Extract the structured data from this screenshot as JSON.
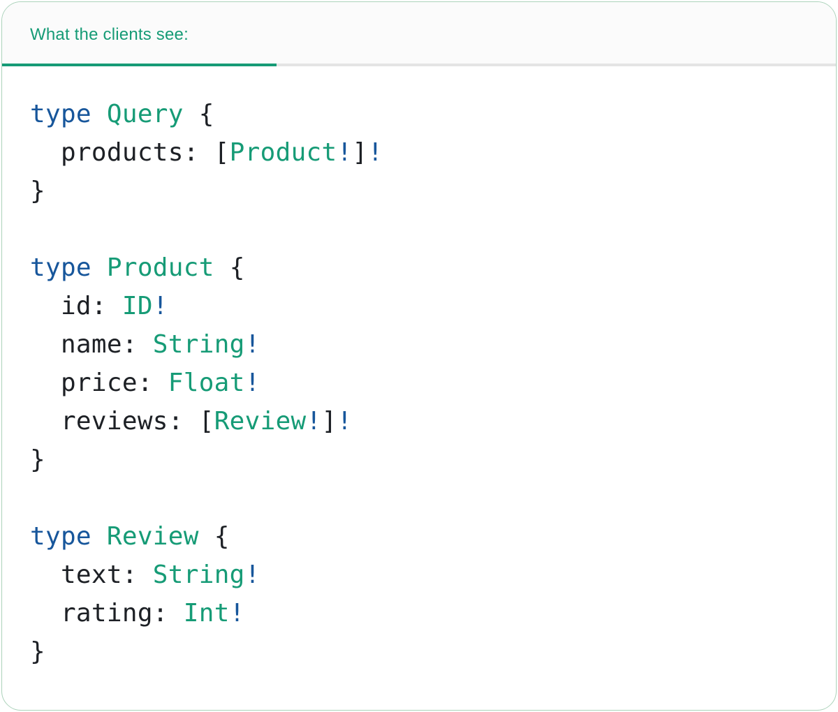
{
  "card": {
    "header": {
      "title": "What the clients see:",
      "title_color": "#169b76",
      "accent_color": "#169b76",
      "divider_color": "#e4e4e4"
    },
    "code": {
      "language": "graphql",
      "token_colors": {
        "keyword": "#17569b",
        "type": "#169b76",
        "plain": "#1d2025",
        "bang": "#17569b"
      },
      "lines": [
        [
          {
            "t": "type",
            "c": "keyword"
          },
          {
            "t": " ",
            "c": "plain"
          },
          {
            "t": "Query",
            "c": "type"
          },
          {
            "t": " {",
            "c": "plain"
          }
        ],
        [
          {
            "t": "  products: [",
            "c": "plain"
          },
          {
            "t": "Product",
            "c": "type"
          },
          {
            "t": "!",
            "c": "bang"
          },
          {
            "t": "]",
            "c": "plain"
          },
          {
            "t": "!",
            "c": "bang"
          }
        ],
        [
          {
            "t": "}",
            "c": "plain"
          }
        ],
        [],
        [
          {
            "t": "type",
            "c": "keyword"
          },
          {
            "t": " ",
            "c": "plain"
          },
          {
            "t": "Product",
            "c": "type"
          },
          {
            "t": " {",
            "c": "plain"
          }
        ],
        [
          {
            "t": "  id: ",
            "c": "plain"
          },
          {
            "t": "ID",
            "c": "type"
          },
          {
            "t": "!",
            "c": "bang"
          }
        ],
        [
          {
            "t": "  name: ",
            "c": "plain"
          },
          {
            "t": "String",
            "c": "type"
          },
          {
            "t": "!",
            "c": "bang"
          }
        ],
        [
          {
            "t": "  price: ",
            "c": "plain"
          },
          {
            "t": "Float",
            "c": "type"
          },
          {
            "t": "!",
            "c": "bang"
          }
        ],
        [
          {
            "t": "  reviews: [",
            "c": "plain"
          },
          {
            "t": "Review",
            "c": "type"
          },
          {
            "t": "!",
            "c": "bang"
          },
          {
            "t": "]",
            "c": "plain"
          },
          {
            "t": "!",
            "c": "bang"
          }
        ],
        [
          {
            "t": "}",
            "c": "plain"
          }
        ],
        [],
        [
          {
            "t": "type",
            "c": "keyword"
          },
          {
            "t": " ",
            "c": "plain"
          },
          {
            "t": "Review",
            "c": "type"
          },
          {
            "t": " {",
            "c": "plain"
          }
        ],
        [
          {
            "t": "  text: ",
            "c": "plain"
          },
          {
            "t": "String",
            "c": "type"
          },
          {
            "t": "!",
            "c": "bang"
          }
        ],
        [
          {
            "t": "  rating: ",
            "c": "plain"
          },
          {
            "t": "Int",
            "c": "type"
          },
          {
            "t": "!",
            "c": "bang"
          }
        ],
        [
          {
            "t": "}",
            "c": "plain"
          }
        ]
      ]
    }
  }
}
